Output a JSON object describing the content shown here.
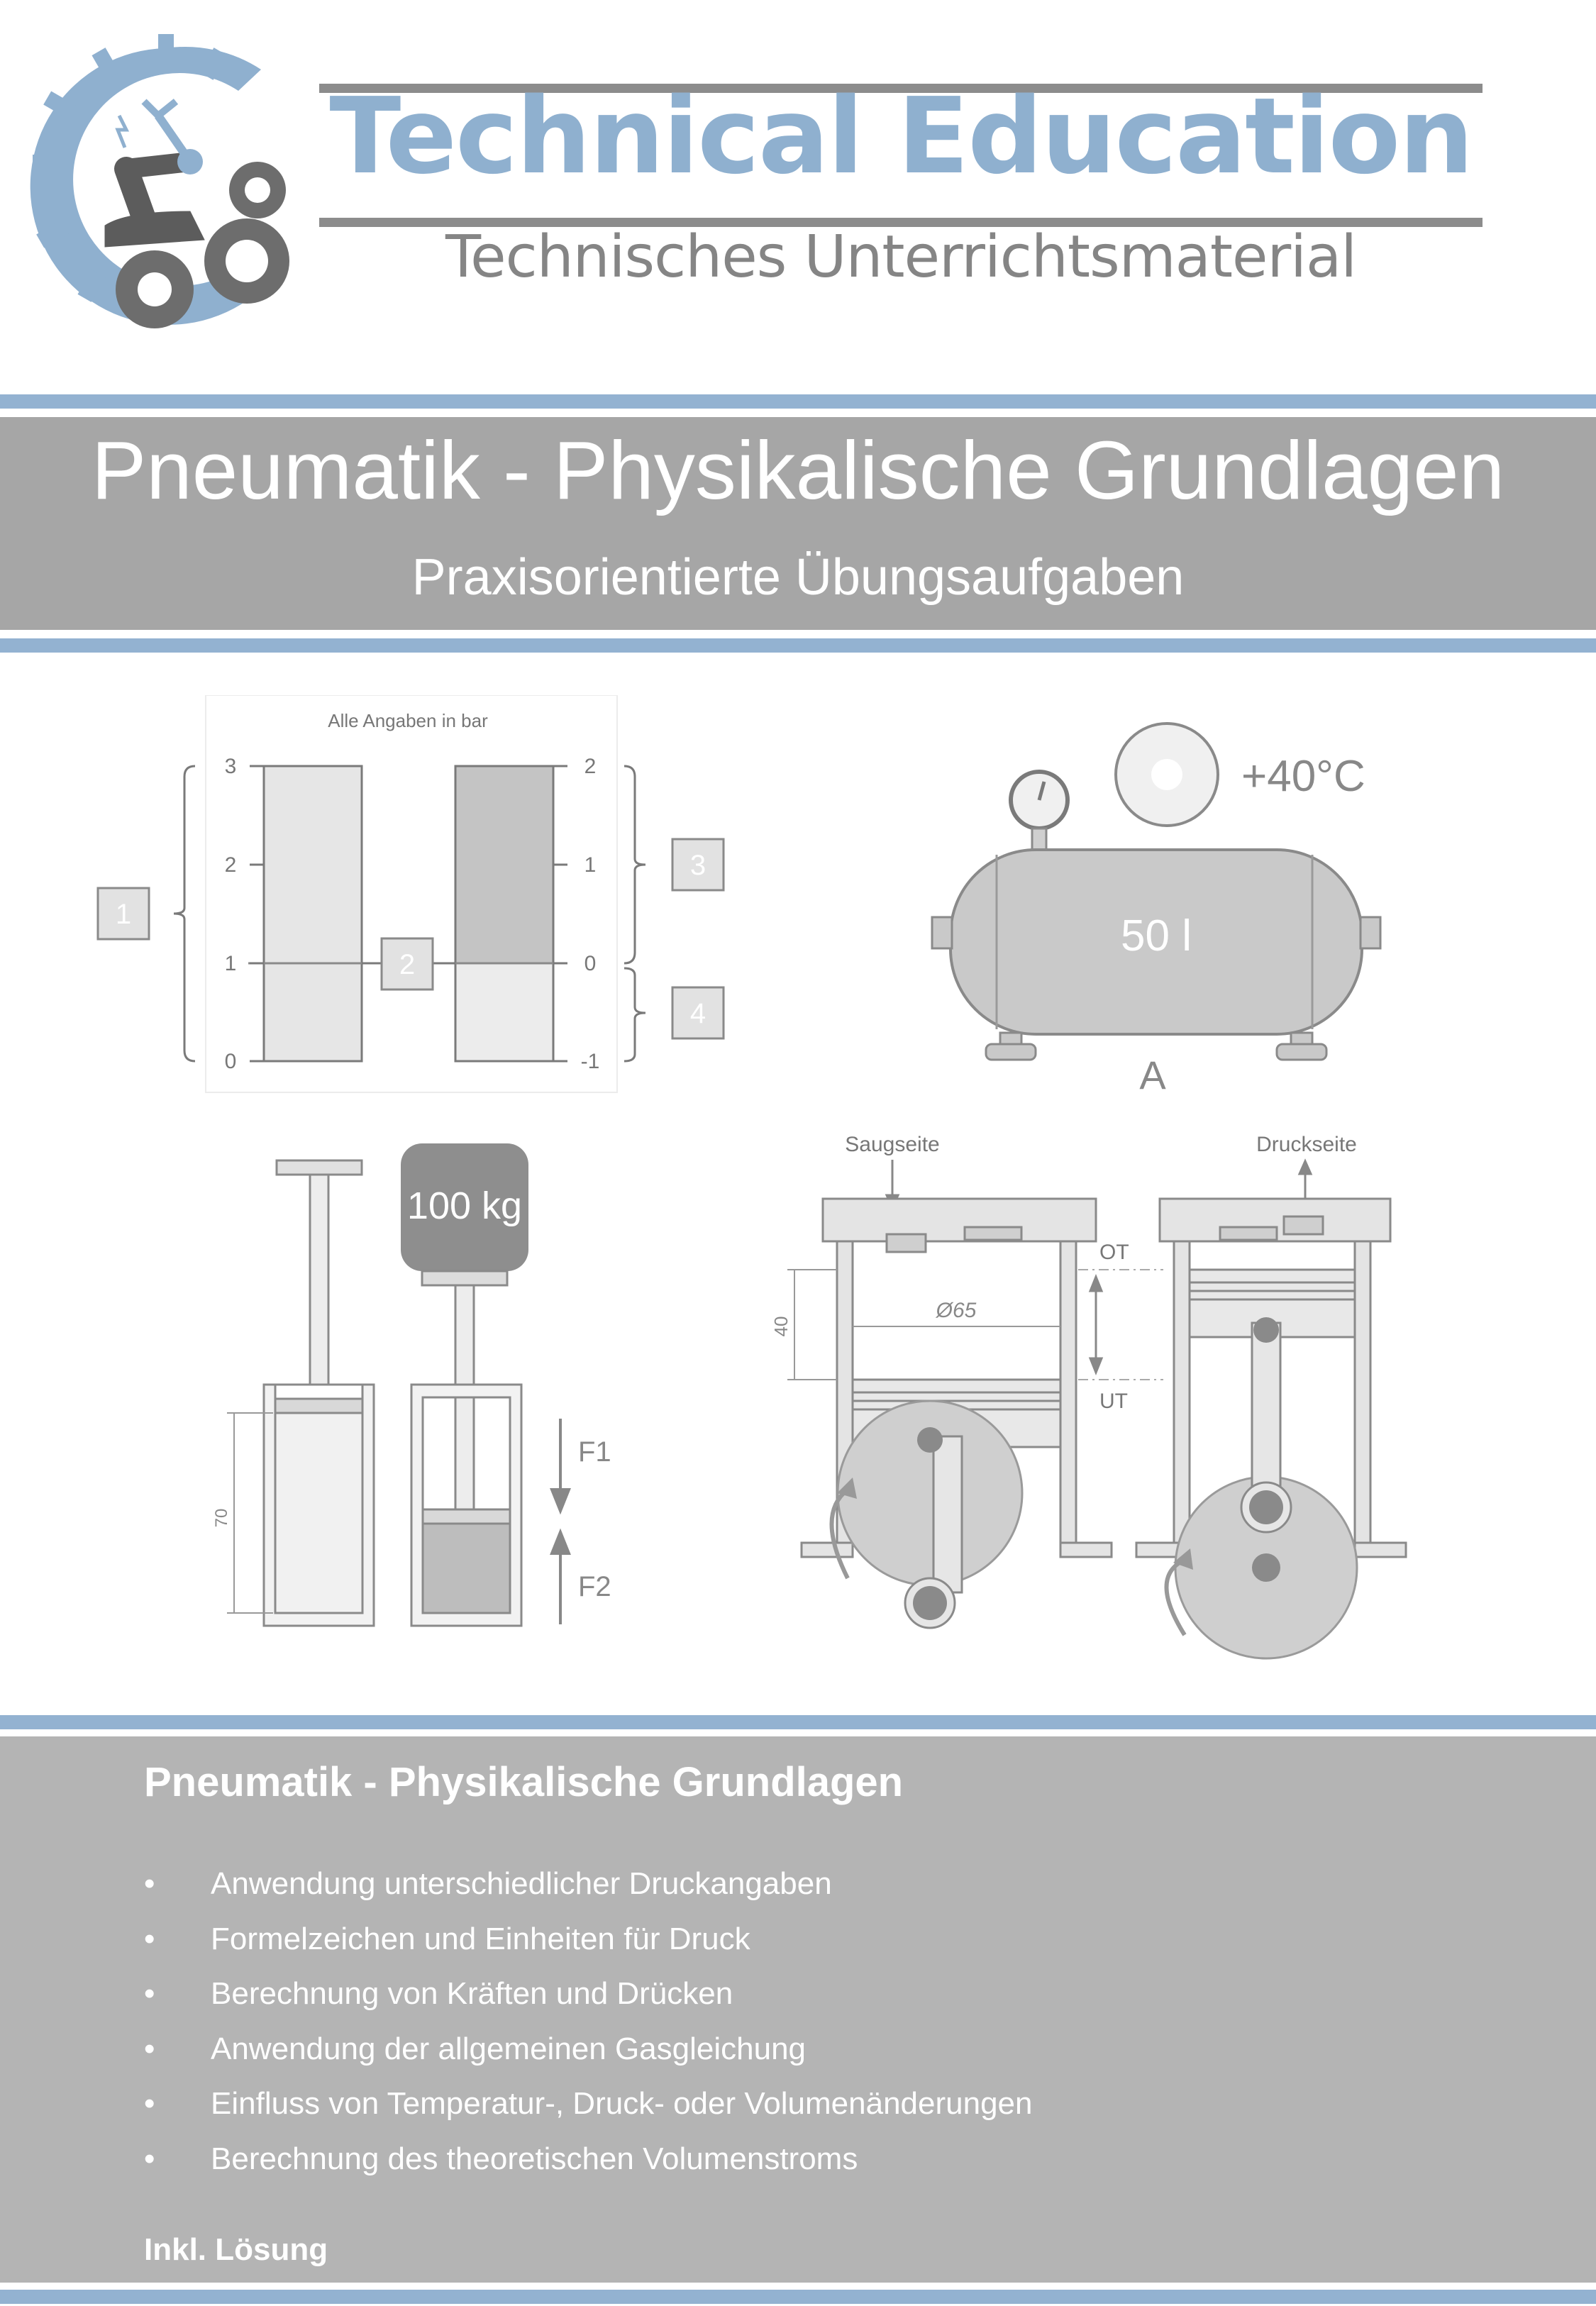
{
  "header": {
    "brand_title": "Technical Education",
    "brand_subtitle": "Technisches Unterrichtsmaterial",
    "logo_icon": "gear-robot-arm-icon",
    "colors": {
      "brand_blue": "#8fb0cf",
      "rule_gray": "#8c8c8c",
      "band_gray": "#a6a6a6",
      "info_gray": "#b4b4b4"
    }
  },
  "title_band": {
    "title": "Pneumatik - Physikalische Grundlagen",
    "subtitle": "Praxisorientierte  Übungsaufgaben"
  },
  "figures": {
    "pressure_diagram": {
      "caption": "Alle Angaben in bar",
      "left_scale": [
        "3",
        "2",
        "1",
        "0"
      ],
      "right_scale": [
        "2",
        "1",
        "0",
        "-1"
      ],
      "callouts": [
        "1",
        "2",
        "3",
        "4"
      ]
    },
    "tank": {
      "temperature": "+40°C",
      "volume": "50 l",
      "label": "A"
    },
    "press": {
      "mass": "100 kg",
      "dimension": "70",
      "force_down": "F1",
      "force_up": "F2"
    },
    "compressor": {
      "suction_side": "Saugseite",
      "pressure_side": "Druckseite",
      "top_dead_center": "OT",
      "bottom_dead_center": "UT",
      "stroke": "40",
      "bore": "Ø65"
    }
  },
  "info": {
    "heading": "Pneumatik - Physikalische Grundlagen",
    "bullet": "•",
    "topics": [
      "Anwendung unterschiedlicher Druckangaben",
      "Formelzeichen und Einheiten für Druck",
      "Berechnung von Kräften und Drücken",
      "Anwendung der allgemeinen Gasgleichung",
      "Einfluss von Temperatur-, Druck- oder Volumenänderungen",
      "Berechnung des theoretischen Volumenstroms"
    ],
    "solution_note": "Inkl. Lösung"
  }
}
